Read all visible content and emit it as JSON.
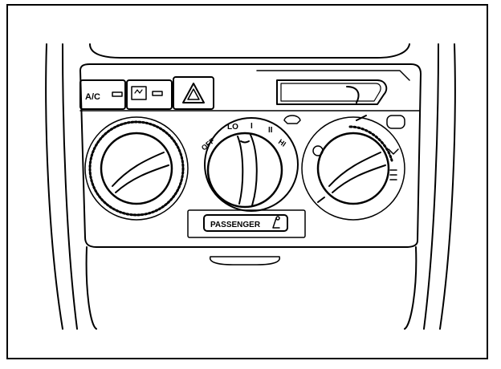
{
  "colors": {
    "ink": "#000000",
    "paper": "#ffffff"
  },
  "buttons": {
    "ac": {
      "label": "A/C"
    },
    "hazard": {
      "icon": "hazard-triangle-icon"
    },
    "rear_defrost": {
      "icon": "rear-defrost-icon"
    }
  },
  "fan_dial": {
    "labels": {
      "off": "OFF",
      "lo": "LO",
      "low": "I",
      "mid": "II",
      "hi": "HI"
    }
  },
  "passenger_airbag": {
    "label": "PASSENGER",
    "icon": "seated-passenger-icon"
  },
  "icons": {
    "recirculation_icon": "recirculation-icon",
    "fresh_air_icon": "fresh-air-icon",
    "mode_face_icon": "vent-face-icon",
    "mode_bilevel_icon": "vent-bilevel-icon",
    "mode_floor_icon": "vent-floor-icon",
    "mode_defrost_icon": "defrost-icon"
  }
}
